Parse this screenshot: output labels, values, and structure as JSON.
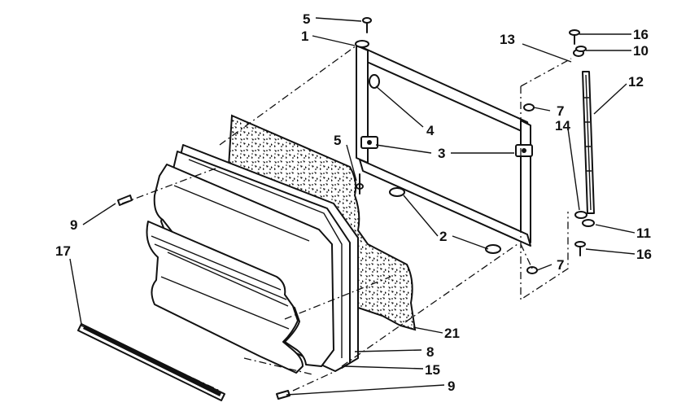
{
  "callouts": {
    "c1": "1",
    "c2": "2",
    "c3": "3",
    "c4": "4",
    "c5a": "5",
    "c5b": "5",
    "c7a": "7",
    "c7b": "7",
    "c8": "8",
    "c9a": "9",
    "c9b": "9",
    "c10": "10",
    "c11": "11",
    "c12": "12",
    "c13": "13",
    "c14": "14",
    "c15": "15",
    "c16a": "16",
    "c16b": "16",
    "c17": "17",
    "c21": "21"
  }
}
